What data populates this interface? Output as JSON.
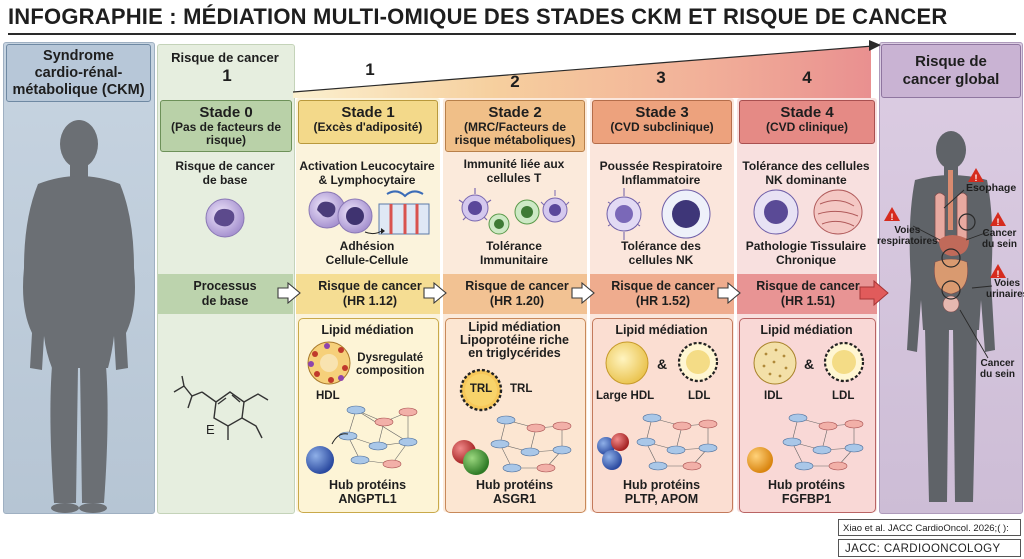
{
  "title": "INFOGRAPHIE : MÉDIATION MULTI-OMIQUE DES STADES CKM ET RISQUE DE CANCER",
  "ckm": {
    "label_lines": [
      "Syndrome",
      "cardio-rénal-",
      "métabolique (CKM)"
    ]
  },
  "global": {
    "label_lines": [
      "Risque de",
      "cancer global"
    ]
  },
  "risk_scale": {
    "label": "Risque de cancer",
    "numbers": [
      "1",
      "1",
      "2",
      "3",
      "4"
    ]
  },
  "stage0": {
    "name": "Stade 0",
    "desc_lines": [
      "(Pas de facteurs de",
      "risque)"
    ],
    "mech_lines": [
      "Risque de cancer",
      "de base"
    ],
    "process_lines": [
      "Processus",
      "de base"
    ]
  },
  "stage1": {
    "name": "Stade 1",
    "desc_lines": [
      "(Excès d'adiposité)"
    ],
    "mech_lines": [
      "Activation Leucocytaire",
      "& Lymphocytaire"
    ],
    "mech2_lines": [
      "Adhésion",
      "Cellule-Cellule"
    ],
    "risk_lines": [
      "Risque de cancer",
      "(HR 1.12)"
    ],
    "lipid_title": "Lipid médiation",
    "lipid_text_lines": [
      "Dysregulaté",
      "composition"
    ],
    "lipid_label_a": "HDL",
    "hub_lines": [
      "Hub protéins",
      "ANGPTL1"
    ]
  },
  "stage2": {
    "name": "Stade 2",
    "desc_lines": [
      "(MRC/Facteurs de",
      "risque métaboliques)"
    ],
    "mech_lines": [
      "Immunité liée aux",
      "cellules T"
    ],
    "mech2_lines": [
      "Tolérance",
      "Immunitaire"
    ],
    "risk_lines": [
      "Risque de cancer",
      "(HR 1.20)"
    ],
    "lipid_title_lines": [
      "Lipid médiation",
      "Lipoprotéine riche",
      "en triglycérides"
    ],
    "lipid_badge": "TRL",
    "lipid_label_a": "TRL",
    "hub_lines": [
      "Hub protéins",
      "ASGR1"
    ]
  },
  "stage3": {
    "name": "Stade 3",
    "desc_lines": [
      "(CVD subclinique)"
    ],
    "mech_lines": [
      "Poussée Respiratoire",
      "Inflammatoire"
    ],
    "mech2_lines": [
      "Tolérance des",
      "cellules NK"
    ],
    "risk_lines": [
      "Risque de cancer",
      "(HR 1.52)"
    ],
    "lipid_title": "Lipid médiation",
    "lipid_label_a": "Large HDL",
    "lipid_label_b": "LDL",
    "amp": "&",
    "hub_lines": [
      "Hub protéins",
      "PLTP, APOM"
    ]
  },
  "stage4": {
    "name": "Stade 4",
    "desc_lines": [
      "(CVD clinique)"
    ],
    "mech_lines": [
      "Tolérance des cellules",
      "NK dominante"
    ],
    "mech2_lines": [
      "Pathologie Tissulaire",
      "Chronique"
    ],
    "risk_lines": [
      "Risque de cancer",
      "(HR 1.51)"
    ],
    "lipid_title": "Lipid médiation",
    "lipid_label_a": "IDL",
    "lipid_label_b": "LDL",
    "amp": "&",
    "hub_lines": [
      "Hub protéins",
      "FGFBP1"
    ]
  },
  "organs": {
    "esophage": "Esophage",
    "voies_resp": [
      "Voies",
      "respiratoires"
    ],
    "cancer_sein_1": [
      "Cancer",
      "du sein"
    ],
    "voies_urin": [
      "Voies",
      "urinaires"
    ],
    "cancer_sein_2": [
      "Cancer",
      "du sein"
    ]
  },
  "citation": "Xiao et al. JACC CardioOncol. 2026;(   ):",
  "journal": "JACC: CARDIOONCOLOGY",
  "colors": {
    "stage0": "#cfe0c4",
    "stage1": "#f6e3a6",
    "stage2": "#f4c99c",
    "stage3": "#f3b79a",
    "stage4": "#e9a0a0"
  }
}
